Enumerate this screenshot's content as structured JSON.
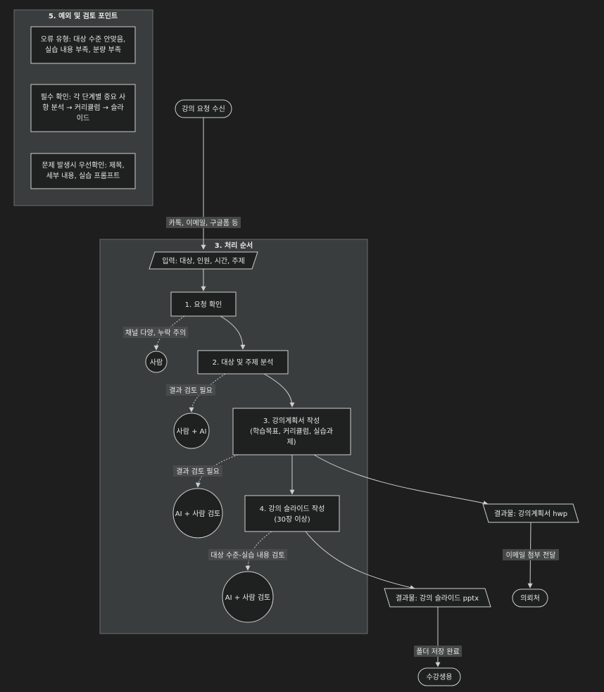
{
  "subgraphs": {
    "errors": {
      "title": "5. 예외 및 검토 포인트"
    },
    "process": {
      "title": "3. 처리 순서"
    }
  },
  "nodes": {
    "err1": [
      "오류 유형: 대상 수준 안맞음,",
      "실습 내용 부족, 분량 부족"
    ],
    "err2": [
      "필수 확인: 각 단계별 중요 사",
      "항 분석 → 커리큘럼 → 슬라",
      "이드"
    ],
    "err3": [
      "문제 발생시 우선확인: 제목,",
      "세부 내용, 실습 프롬프트"
    ],
    "start": "강의 요청 수신",
    "input": "입력: 대상, 인원, 시간, 주제",
    "step1": "1. 요청 확인",
    "person": "사람",
    "step2": "2. 대상 및 주제 분석",
    "person_ai": "사람 + AI",
    "step3": [
      "3. 강의계획서 작성",
      "(학습목표, 커리큘럼, 실습과",
      "제)"
    ],
    "ai_person1": "AI + 사람 검토",
    "step4": [
      "4. 강의 슬라이드 작성",
      "(30장 이상)"
    ],
    "ai_person2": "AI + 사람 검토",
    "out_plan": "결과물: 강의계획서 hwp",
    "client": "의뢰처",
    "out_slide": "결과물: 강의 슬라이드 pptx",
    "students": "수강생용"
  },
  "edge_labels": {
    "channels": "카톡, 이메일, 구글폼 등",
    "check1": "채널 다양, 누락 주의",
    "check2": "결과 검토 필요",
    "check3": "결과 검토 필요",
    "check4": "대상 수준-실습 내용 검토",
    "email": "이메일 첨부 전달",
    "folder": "폴더 저장 완료"
  }
}
